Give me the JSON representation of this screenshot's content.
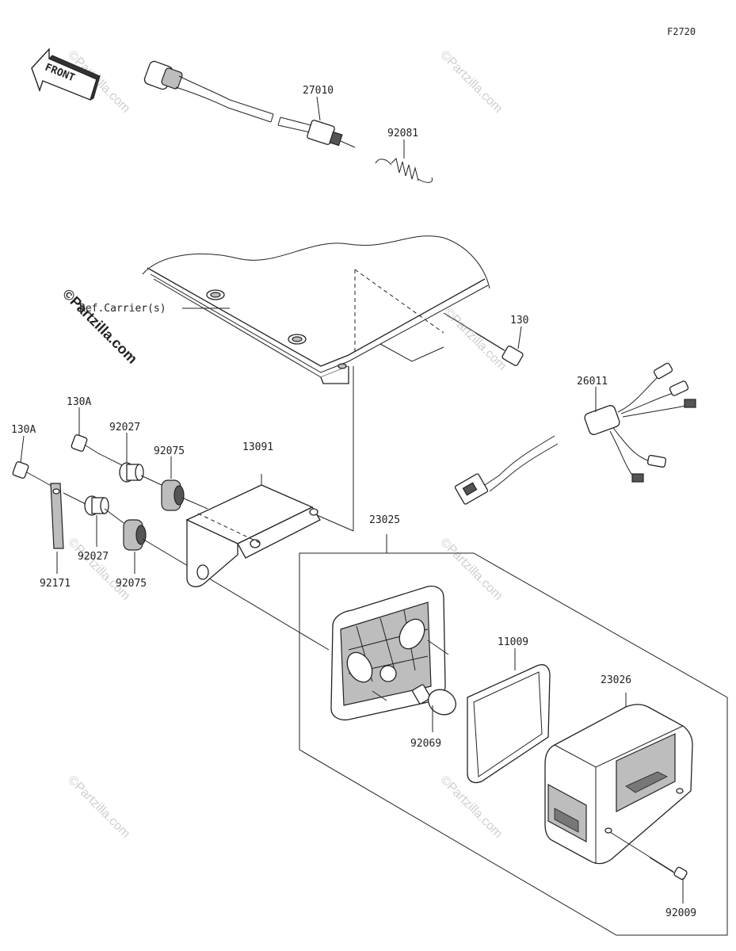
{
  "diagram": {
    "code": "F2720",
    "front_label": "FRONT",
    "ref_label": "Ref.Carrier(s)",
    "watermark": "©Partzilla.com",
    "parts": [
      {
        "id": "27010"
      },
      {
        "id": "92081"
      },
      {
        "id": "130"
      },
      {
        "id": "26011"
      },
      {
        "id": "130A"
      },
      {
        "id": "130A"
      },
      {
        "id": "92027"
      },
      {
        "id": "92075"
      },
      {
        "id": "13091"
      },
      {
        "id": "23025"
      },
      {
        "id": "92171"
      },
      {
        "id": "92027"
      },
      {
        "id": "92075"
      },
      {
        "id": "11009"
      },
      {
        "id": "23026"
      },
      {
        "id": "92069"
      },
      {
        "id": "92009"
      }
    ]
  }
}
